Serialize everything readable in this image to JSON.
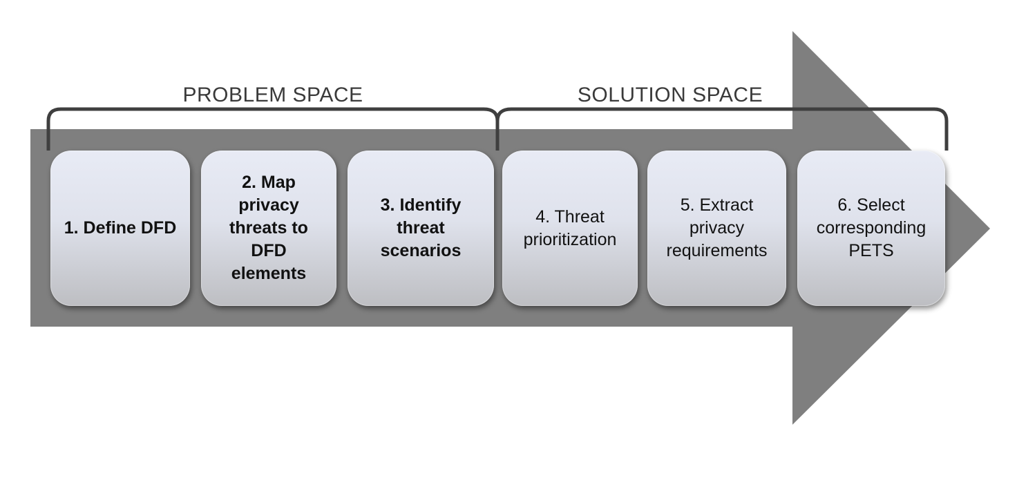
{
  "labels": {
    "problem_space": "PROBLEM SPACE",
    "solution_space": "SOLUTION SPACE"
  },
  "steps": [
    {
      "text": "1. Define DFD",
      "bold": true
    },
    {
      "text": "2. Map privacy threats to DFD elements",
      "bold": true
    },
    {
      "text": "3. Identify threat scenarios",
      "bold": true
    },
    {
      "text": "4. Threat prioritization",
      "bold": false
    },
    {
      "text": "5. Extract privacy requirements",
      "bold": false
    },
    {
      "text": "6. Select corresponding PETS",
      "bold": false
    }
  ],
  "colors": {
    "arrow": "#7f7f7f",
    "bracket": "#3f3f3f"
  }
}
